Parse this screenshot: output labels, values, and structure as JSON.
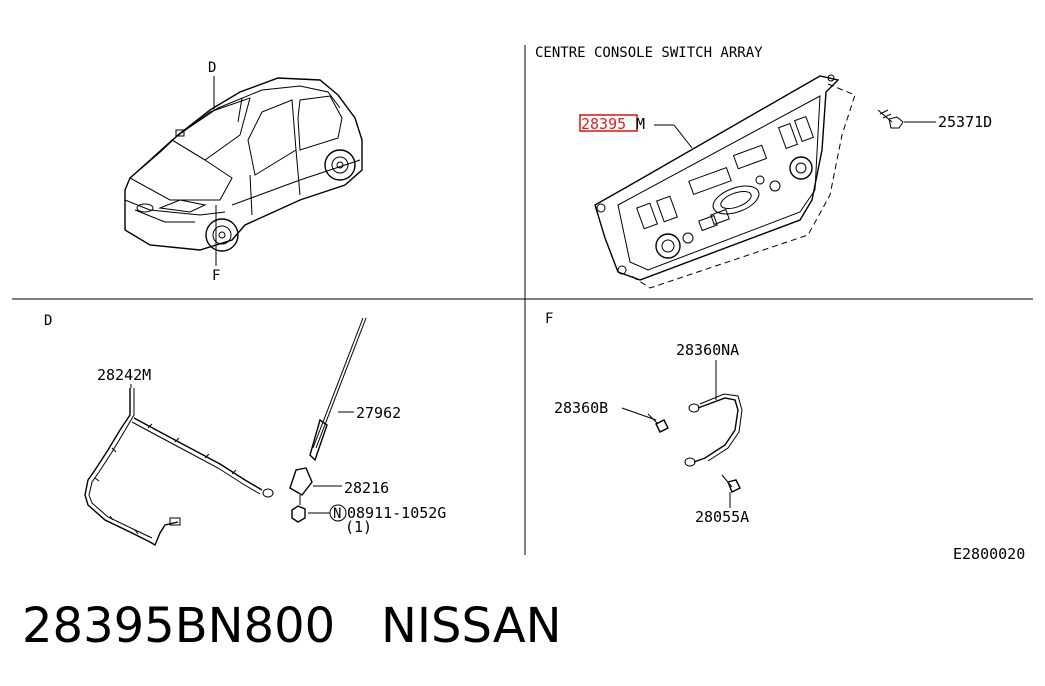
{
  "diagram": {
    "section_title": "CENTRE CONSOLE SWITCH ARRAY",
    "section_d": "D",
    "section_f": "F",
    "callout_d": "D",
    "callout_f": "F",
    "drawing_code": "E2800020",
    "highlight_color": "#e02020",
    "parts": {
      "p28395m_highlight": "28395",
      "p28395m_suffix": "M",
      "p25371d": "25371D",
      "p28242m": "28242M",
      "p27962": "27962",
      "p28216": "28216",
      "n_symbol": "N",
      "p08911": "08911-1052G",
      "p08911_qty": "(1)",
      "p28360na": "28360NA",
      "p28360b": "28360B",
      "p28055a": "28055A"
    }
  },
  "footer": {
    "part_number": "28395BN800",
    "brand": "NISSAN"
  }
}
